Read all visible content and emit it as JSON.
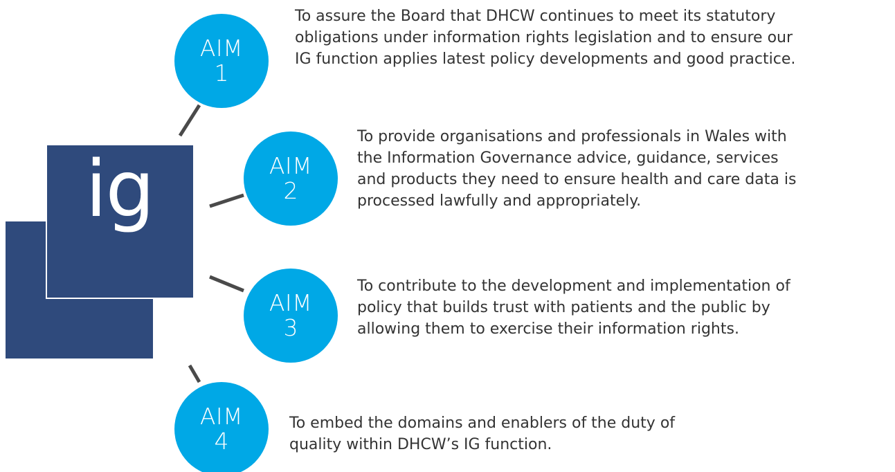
{
  "logo": {
    "text": "ig",
    "color": "#2f4a7c"
  },
  "colors": {
    "circle": "#00a8e6",
    "connector": "#4a4a4a",
    "text": "#333333"
  },
  "aims": [
    {
      "label": "AIM",
      "number": "1",
      "lines": [
        "To assure the Board that DHCW continues to meet its statutory",
        "obligations under information rights legislation and to ensure our",
        "IG function applies latest policy developments and good practice."
      ]
    },
    {
      "label": "AIM",
      "number": "2",
      "lines": [
        "To provide organisations and professionals in Wales with",
        "the Information Governance advice, guidance, services",
        "and products they need to ensure health and care data is",
        "processed lawfully and appropriately."
      ]
    },
    {
      "label": "AIM",
      "number": "3",
      "lines": [
        "To contribute to the development and implementation of",
        "policy that builds trust with patients and the public by",
        "allowing them to exercise their information rights."
      ]
    },
    {
      "label": "AIM",
      "number": "4",
      "lines": [
        "To embed the domains and enablers of the duty of",
        "quality within DHCW’s IG function."
      ]
    }
  ]
}
